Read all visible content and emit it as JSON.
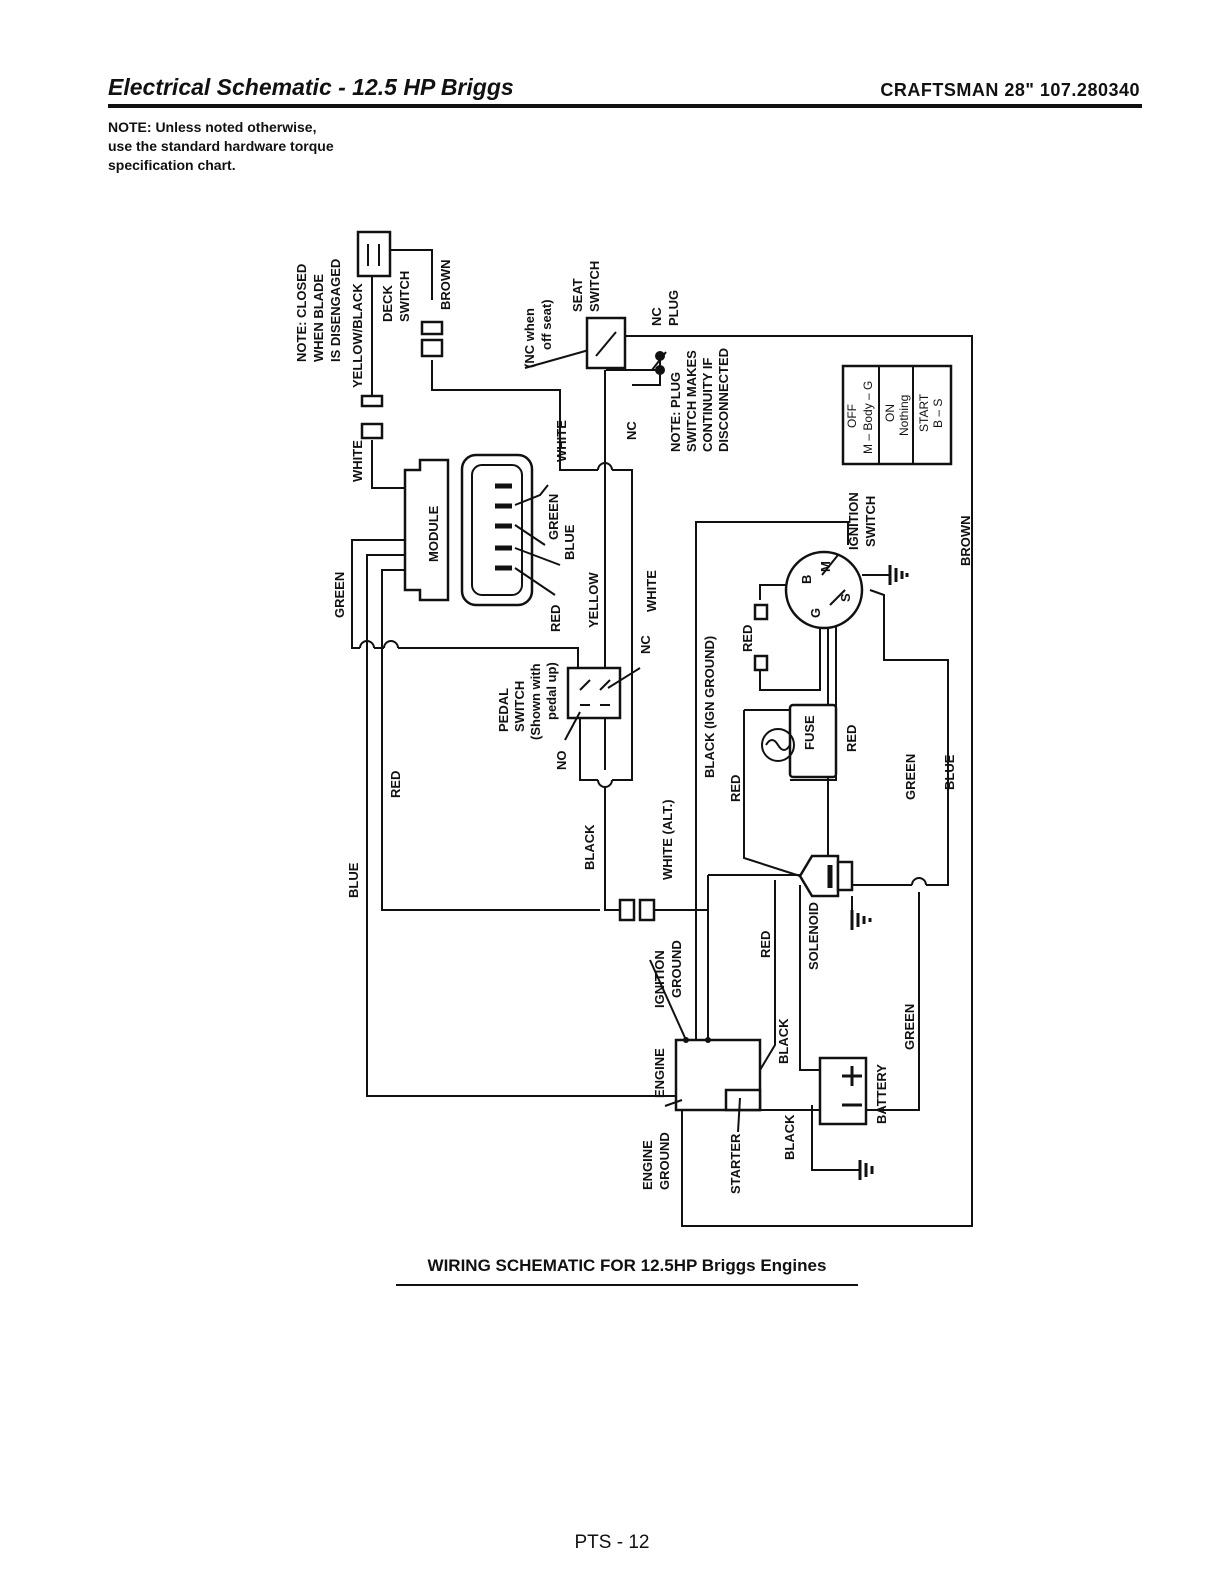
{
  "header": {
    "title": "Electrical Schematic - 12.5 HP Briggs",
    "model": "CRAFTSMAN 28\" 107.280340"
  },
  "note": {
    "line1": "NOTE: Unless noted otherwise,",
    "line2": "use the standard hardware torque",
    "line3": "specification chart."
  },
  "diagram": {
    "note_closed_1": "NOTE:  CLOSED",
    "note_closed_2": "WHEN BLADE",
    "note_closed_3": "IS DISENGAGED",
    "deck_switch_1": "DECK",
    "deck_switch_2": "SWITCH",
    "yellow_black": "YELLOW/BLACK",
    "brown_top": "BROWN",
    "white_left": "WHITE",
    "module": "MODULE",
    "green_left": "GREEN",
    "red_left": "RED",
    "blue_left": "BLUE",
    "nc_when_1": "(NC when",
    "nc_when_2": "off seat)",
    "seat_switch_1": "SEAT",
    "seat_switch_2": "SWITCH",
    "nc_plug_1": "NC",
    "nc_plug_2": "PLUG",
    "nc_mid": "NC",
    "plug_note_1": "NOTE: PLUG",
    "plug_note_2": "SWITCH MAKES",
    "plug_note_3": "CONTINUITY IF",
    "plug_note_4": "DISCONNECTED",
    "white_conn": "WHITE",
    "green_conn": "GREEN",
    "blue_conn": "BLUE",
    "red_conn": "RED",
    "yellow": "YELLOW",
    "white_mid": "WHITE",
    "nc_pedal": "NC",
    "pedal_1": "PEDAL",
    "pedal_2": "SWITCH",
    "pedal_3": "(Shown with",
    "pedal_4": "pedal up)",
    "no": "NO",
    "black_mid": "BLACK",
    "white_alt": "WHITE (ALT.)",
    "ign_ground_1": "IGNITION",
    "ign_ground_2": "GROUND",
    "black_ign": "BLACK (IGN GROUND)",
    "red_a": "RED",
    "red_b": "RED",
    "fuse": "FUSE",
    "red_c": "RED",
    "red_d": "RED",
    "solenoid": "SOLENOID",
    "black_low": "BLACK",
    "black_low2": "BLACK",
    "battery": "BATTERY",
    "green_right": "GREEN",
    "green_right2": "GREEN",
    "blue_right": "BLUE",
    "brown_right": "BROWN",
    "ignition_switch_1": "IGNITION",
    "ignition_switch_2": "SWITCH",
    "terminal_b": "B",
    "terminal_m": "M",
    "terminal_g": "G",
    "terminal_s": "S",
    "table_off_1": "OFF",
    "table_off_2": "M – Body – G",
    "table_on_1": "ON",
    "table_on_2": "Nothing",
    "table_start_1": "START",
    "table_start_2": "B – S",
    "engine": "ENGINE",
    "engine_ground_1": "ENGINE",
    "engine_ground_2": "GROUND",
    "starter": "STARTER"
  },
  "caption": "WIRING SCHEMATIC FOR 12.5HP Briggs Engines",
  "page_number": "PTS - 12"
}
